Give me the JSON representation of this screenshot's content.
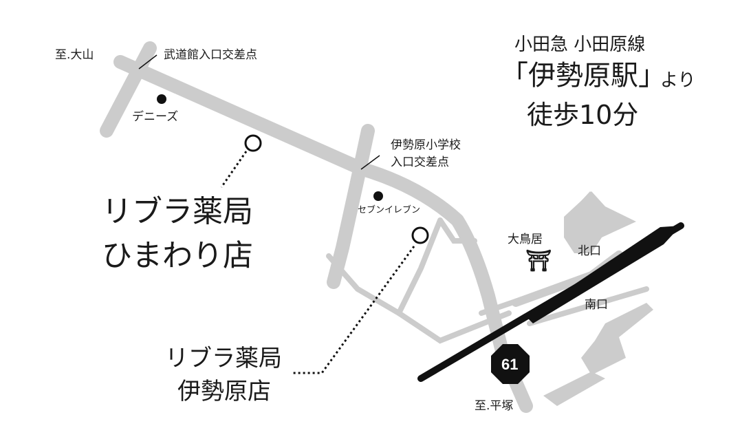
{
  "access": {
    "line": "小田急 小田原線",
    "station": "「伊勢原駅」",
    "yori": "より",
    "walk": "徒歩10分"
  },
  "directions": {
    "north": "至.大山",
    "south": "至.平塚"
  },
  "intersections": {
    "budokan": "武道館入口交差点",
    "school_line1": "伊勢原小学校",
    "school_line2": "入口交差点"
  },
  "landmarks": {
    "dennys": "デニーズ",
    "seven": "セブンイレブン",
    "torii_label": "大鳥居",
    "torii_symbol": "⛩"
  },
  "exits": {
    "north": "北口",
    "south": "南口"
  },
  "route": {
    "number": "61"
  },
  "stores": {
    "himawari_line1": "リブラ薬局",
    "himawari_line2": "ひまわり店",
    "isehara_line1": "リブラ薬局",
    "isehara_line2": "伊勢原店"
  },
  "colors": {
    "road": "#cccccc",
    "rail": "#111111",
    "text": "#1a1a1a"
  }
}
